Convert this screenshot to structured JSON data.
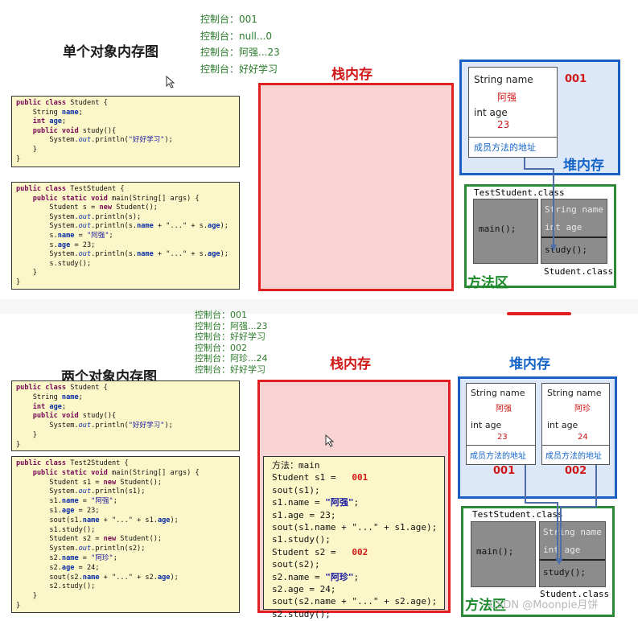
{
  "top": {
    "title": "单个对象内存图",
    "console": [
      "控制台：001",
      "控制台：null...0",
      "控制台：阿强...23",
      "控制台：好好学习"
    ],
    "code_student": [
      [
        [
          "kw",
          "public class "
        ],
        [
          "",
          "Student {"
        ]
      ],
      [
        [
          "",
          "    String "
        ],
        [
          "fld",
          "name"
        ],
        [
          "",
          ";"
        ]
      ],
      [
        [
          "",
          "    "
        ],
        [
          "kw",
          "int "
        ],
        [
          "fld",
          "age"
        ],
        [
          "",
          ";"
        ]
      ],
      [
        [
          "",
          "    "
        ],
        [
          "kw",
          "public void "
        ],
        [
          "",
          "study(){"
        ]
      ],
      [
        [
          "",
          "        System."
        ],
        [
          "it",
          "out"
        ],
        [
          "",
          ".println("
        ],
        [
          "str",
          "\"好好学习\""
        ],
        [
          "",
          ");"
        ]
      ],
      [
        [
          "",
          "    }"
        ]
      ],
      [
        [
          "",
          "}"
        ]
      ]
    ],
    "code_test": [
      [
        [
          "kw",
          "public class "
        ],
        [
          "",
          "TestStudent {"
        ]
      ],
      [
        [
          "",
          "    "
        ],
        [
          "kw",
          "public static void "
        ],
        [
          "",
          "main(String[] args) {"
        ]
      ],
      [
        [
          "",
          "        Student s = "
        ],
        [
          "kw",
          "new "
        ],
        [
          "",
          "Student();"
        ]
      ],
      [
        [
          "",
          "        System."
        ],
        [
          "it",
          "out"
        ],
        [
          "",
          ".println(s);"
        ]
      ],
      [
        [
          "",
          "        System."
        ],
        [
          "it",
          "out"
        ],
        [
          "",
          ".println(s."
        ],
        [
          "fld",
          "name"
        ],
        [
          "",
          " + \"...\" + s."
        ],
        [
          "fld",
          "age"
        ],
        [
          "",
          ");"
        ]
      ],
      [
        [
          "",
          "        s."
        ],
        [
          "fld",
          "name"
        ],
        [
          "",
          " = "
        ],
        [
          "str",
          "\"阿强\""
        ],
        [
          "",
          ";"
        ]
      ],
      [
        [
          "",
          "        s."
        ],
        [
          "fld",
          "age"
        ],
        [
          "",
          " = 23;"
        ]
      ],
      [
        [
          "",
          "        System."
        ],
        [
          "it",
          "out"
        ],
        [
          "",
          ".println(s."
        ],
        [
          "fld",
          "name"
        ],
        [
          "",
          " + \"...\" + s."
        ],
        [
          "fld",
          "age"
        ],
        [
          "",
          ");"
        ]
      ],
      [
        [
          "",
          "        s.study();"
        ]
      ],
      [
        [
          "",
          "    }"
        ]
      ],
      [
        [
          "",
          "}"
        ]
      ]
    ],
    "stack_label": "栈内存",
    "heap_label": "堆内存",
    "method_label": "方法区",
    "object": {
      "name_field": "String name",
      "name_value": "阿强",
      "age_field": "int age",
      "age_value": "23",
      "method_addr": "成员方法的地址",
      "address": "001"
    },
    "test_class_label": "TestStudent.class",
    "main_label": "main();",
    "student_class_label": "Student.class",
    "class_name_field": "String name",
    "class_age_field": "int age",
    "class_study": "study();"
  },
  "bottom": {
    "title": "两个对象内存图",
    "console": [
      "控制台：001",
      "控制台：阿强...23",
      "控制台：好好学习",
      "控制台：002",
      "控制台：阿珍...24",
      "控制台：好好学习"
    ],
    "code_student": [
      [
        [
          "kw",
          "public class "
        ],
        [
          "",
          "Student {"
        ]
      ],
      [
        [
          "",
          "    String "
        ],
        [
          "fld",
          "name"
        ],
        [
          "",
          ";"
        ]
      ],
      [
        [
          "",
          "    "
        ],
        [
          "kw",
          "int "
        ],
        [
          "fld",
          "age"
        ],
        [
          "",
          ";"
        ]
      ],
      [
        [
          "",
          "    "
        ],
        [
          "kw",
          "public void "
        ],
        [
          "",
          "study(){"
        ]
      ],
      [
        [
          "",
          "        System."
        ],
        [
          "it",
          "out"
        ],
        [
          "",
          ".println("
        ],
        [
          "str",
          "\"好好学习\""
        ],
        [
          "",
          ");"
        ]
      ],
      [
        [
          "",
          "    }"
        ]
      ],
      [
        [
          "",
          "}"
        ]
      ]
    ],
    "code_test": [
      [
        [
          "kw",
          "public class "
        ],
        [
          "",
          "Test2Student {"
        ]
      ],
      [
        [
          "",
          "    "
        ],
        [
          "kw",
          "public static void "
        ],
        [
          "",
          "main(String[] args) {"
        ]
      ],
      [
        [
          "",
          "        Student s1 = "
        ],
        [
          "kw",
          "new "
        ],
        [
          "",
          "Student();"
        ]
      ],
      [
        [
          "",
          "        System."
        ],
        [
          "it",
          "out"
        ],
        [
          "",
          ".println(s1);"
        ]
      ],
      [
        [
          "",
          "        s1."
        ],
        [
          "fld",
          "name"
        ],
        [
          "",
          " = "
        ],
        [
          "str",
          "\"阿强\""
        ],
        [
          "",
          ";"
        ]
      ],
      [
        [
          "",
          "        s1."
        ],
        [
          "fld",
          "age"
        ],
        [
          "",
          " = 23;"
        ]
      ],
      [
        [
          "",
          "        sout(s1."
        ],
        [
          "fld",
          "name"
        ],
        [
          "",
          " + \"...\" + s1."
        ],
        [
          "fld",
          "age"
        ],
        [
          "",
          ");"
        ]
      ],
      [
        [
          "",
          "        s1.study();"
        ]
      ],
      [
        [
          "",
          "        Student s2 = "
        ],
        [
          "kw",
          "new "
        ],
        [
          "",
          "Student();"
        ]
      ],
      [
        [
          "",
          "        System."
        ],
        [
          "it",
          "out"
        ],
        [
          "",
          ".println(s2);"
        ]
      ],
      [
        [
          "",
          "        s2."
        ],
        [
          "fld",
          "name"
        ],
        [
          "",
          " = "
        ],
        [
          "str",
          "\"阿珍\""
        ],
        [
          "",
          ";"
        ]
      ],
      [
        [
          "",
          "        s2."
        ],
        [
          "fld",
          "age"
        ],
        [
          "",
          " = 24;"
        ]
      ],
      [
        [
          "",
          "        sout(s2."
        ],
        [
          "fld",
          "name"
        ],
        [
          "",
          " + \"...\" + s2."
        ],
        [
          "fld",
          "age"
        ],
        [
          "",
          ");"
        ]
      ],
      [
        [
          "",
          "        s2.study();"
        ]
      ],
      [
        [
          "",
          "    }"
        ]
      ],
      [
        [
          "",
          "}"
        ]
      ]
    ],
    "stack_label": "栈内存",
    "heap_label": "堆内存",
    "method_label": "方法区",
    "frame_title": "方法：main",
    "frame_lines": [
      [
        [
          "",
          "Student s1 = "
        ],
        [
          "addr",
          "001"
        ]
      ],
      [
        [
          "",
          "sout(s1);"
        ]
      ],
      [
        [
          "",
          "s1.name = "
        ],
        [
          "strb",
          "\"阿强\""
        ],
        [
          "",
          ";"
        ]
      ],
      [
        [
          "",
          "s1.age = 23;"
        ]
      ],
      [
        [
          "",
          "sout(s1.name + \"...\" + s1.age);"
        ]
      ],
      [
        [
          "",
          "s1.study();"
        ]
      ],
      [
        [
          "",
          "Student s2 = "
        ],
        [
          "addr",
          "002"
        ]
      ],
      [
        [
          "",
          "sout(s2);"
        ]
      ],
      [
        [
          "",
          "s2.name = "
        ],
        [
          "strb",
          "\"阿珍\""
        ],
        [
          "",
          ";"
        ]
      ],
      [
        [
          "",
          "s2.age = 24;"
        ]
      ],
      [
        [
          "",
          "sout(s2.name + \"...\" + s2.age);"
        ]
      ],
      [
        [
          "",
          "s2.study();"
        ]
      ]
    ],
    "objects": [
      {
        "name_field": "String name",
        "name_value": "阿强",
        "age_field": "int age",
        "age_value": "23",
        "method_addr": "成员方法的地址",
        "address": "001"
      },
      {
        "name_field": "String name",
        "name_value": "阿珍",
        "age_field": "int age",
        "age_value": "24",
        "method_addr": "成员方法的地址",
        "address": "002"
      }
    ],
    "test_class_label": "TestStudent.class",
    "main_label": "main();",
    "student_class_label": "Student.class",
    "class_name_field": "String name",
    "class_age_field": "int age",
    "class_study": "study();",
    "watermark": "CSDN @Moonpie月饼"
  },
  "colors": {
    "stack_border": "#e02020",
    "stack_fill": "#f7d3d3",
    "heap_border": "#1a5fc4",
    "heap_fill": "#dce8f7",
    "method_border": "#2a8a38",
    "code_fill": "#fbf7c9",
    "console_text": "#2a7a2a"
  }
}
